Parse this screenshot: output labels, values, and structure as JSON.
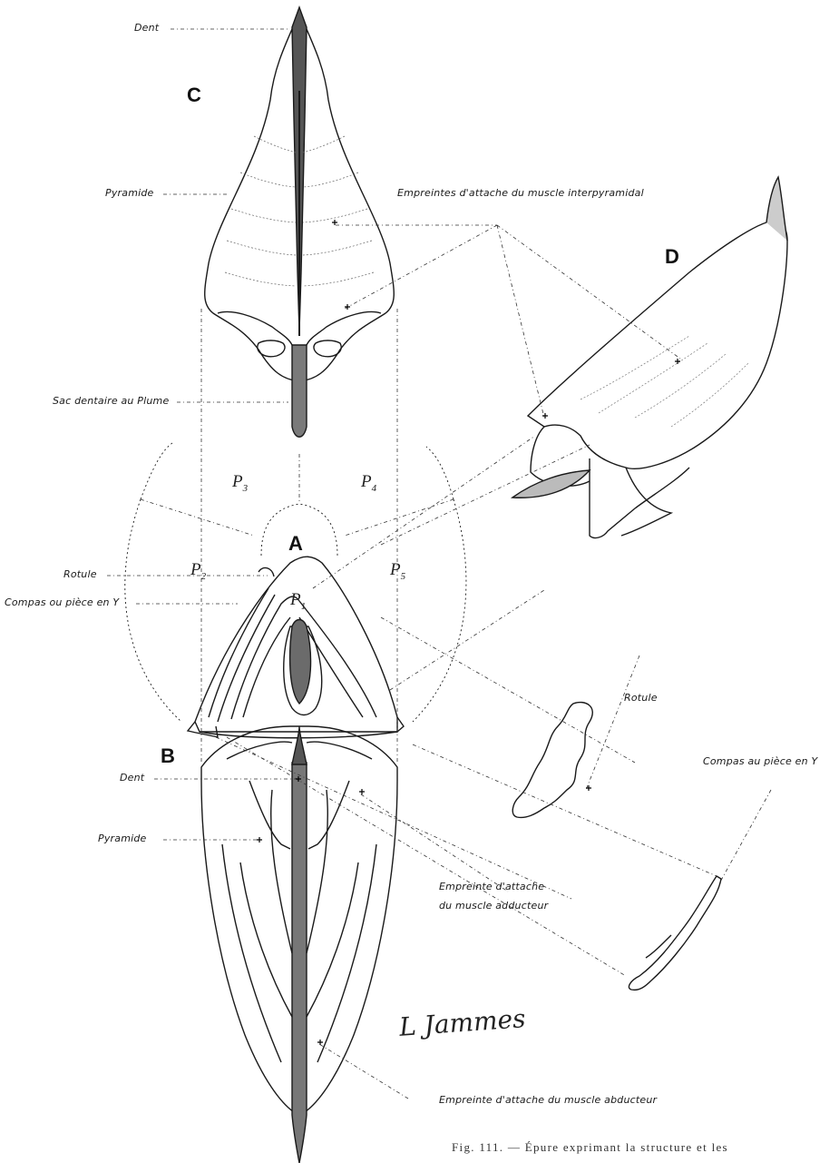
{
  "views": {
    "C": "C",
    "D": "D",
    "A": "A",
    "B": "B"
  },
  "pieces": {
    "p1": "P",
    "p1_sub": "1",
    "p2": "P",
    "p2_sub": "2",
    "p3": "P",
    "p3_sub": "3",
    "p4": "P",
    "p4_sub": "4",
    "p5": "P",
    "p5_sub": "5"
  },
  "labels": {
    "dent_top": "Dent",
    "pyramide_top": "Pyramide",
    "empreintes_interpyramidal": "Empreintes d'attache du muscle interpyramidal",
    "sac_dentaire": "Sac dentaire au Plume",
    "rotule_left": "Rotule",
    "compas_left": "Compas ou pièce en Y",
    "rotule_right": "Rotule",
    "compas_right": "Compas au pièce en Y",
    "dent_bottom": "Dent",
    "pyramide_bottom": "Pyramide",
    "adducteur_line1": "Empreinte d'attache",
    "adducteur_line2": "du muscle adducteur",
    "abducteur": "Empreinte d'attache du muscle abducteur"
  },
  "signature": "L Jammes",
  "caption": "Fig. 111. — Épure exprimant la structure et les"
}
